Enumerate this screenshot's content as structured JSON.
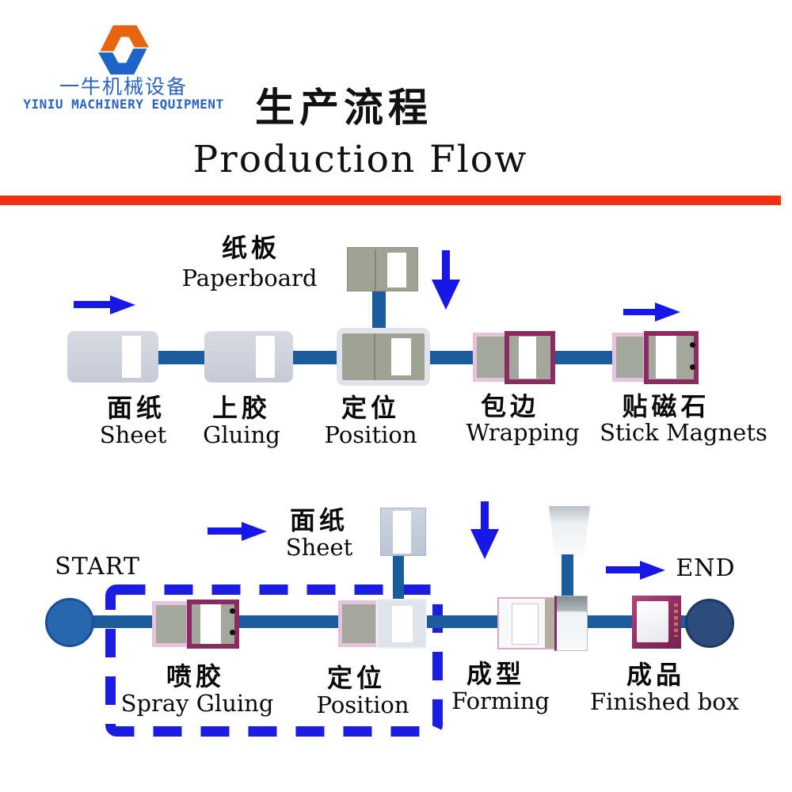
{
  "header": {
    "logo_cn": "一牛机械设备",
    "logo_en": "YINIU MACHINERY EQUIPMENT",
    "title_cn": "生产流程",
    "title_en": "Production Flow"
  },
  "flow1": {
    "feed": {
      "cn": "纸板",
      "en": "Paperboard"
    },
    "stations": [
      {
        "cn": "面纸",
        "en": "Sheet"
      },
      {
        "cn": "上胶",
        "en": "Gluing"
      },
      {
        "cn": "定位",
        "en": "Position"
      },
      {
        "cn": "包边",
        "en": "Wrapping"
      },
      {
        "cn": "贴磁石",
        "en": "Stick Magnets"
      }
    ]
  },
  "flow2": {
    "start": "START",
    "end": "END",
    "feed": {
      "cn": "面纸",
      "en": "Sheet"
    },
    "stations": [
      {
        "cn": "喷胶",
        "en": "Spray Gluing"
      },
      {
        "cn": "定位",
        "en": "Position"
      },
      {
        "cn": "成型",
        "en": "Forming"
      },
      {
        "cn": "成品",
        "en": "Finished box"
      }
    ]
  },
  "colors": {
    "accent_red": "#F2300F",
    "arrow_blue": "#1717E6",
    "conveyor_blue": "#1D5C9C",
    "dash_blue": "#1B1DE3",
    "logo_orange": "#E8650F",
    "logo_blue": "#1E63C8",
    "machine_maroon": "#8C2B62",
    "machine_pink": "#E5C3DC",
    "start_circle": "#2767AE",
    "end_circle": "#2C4D7C"
  }
}
